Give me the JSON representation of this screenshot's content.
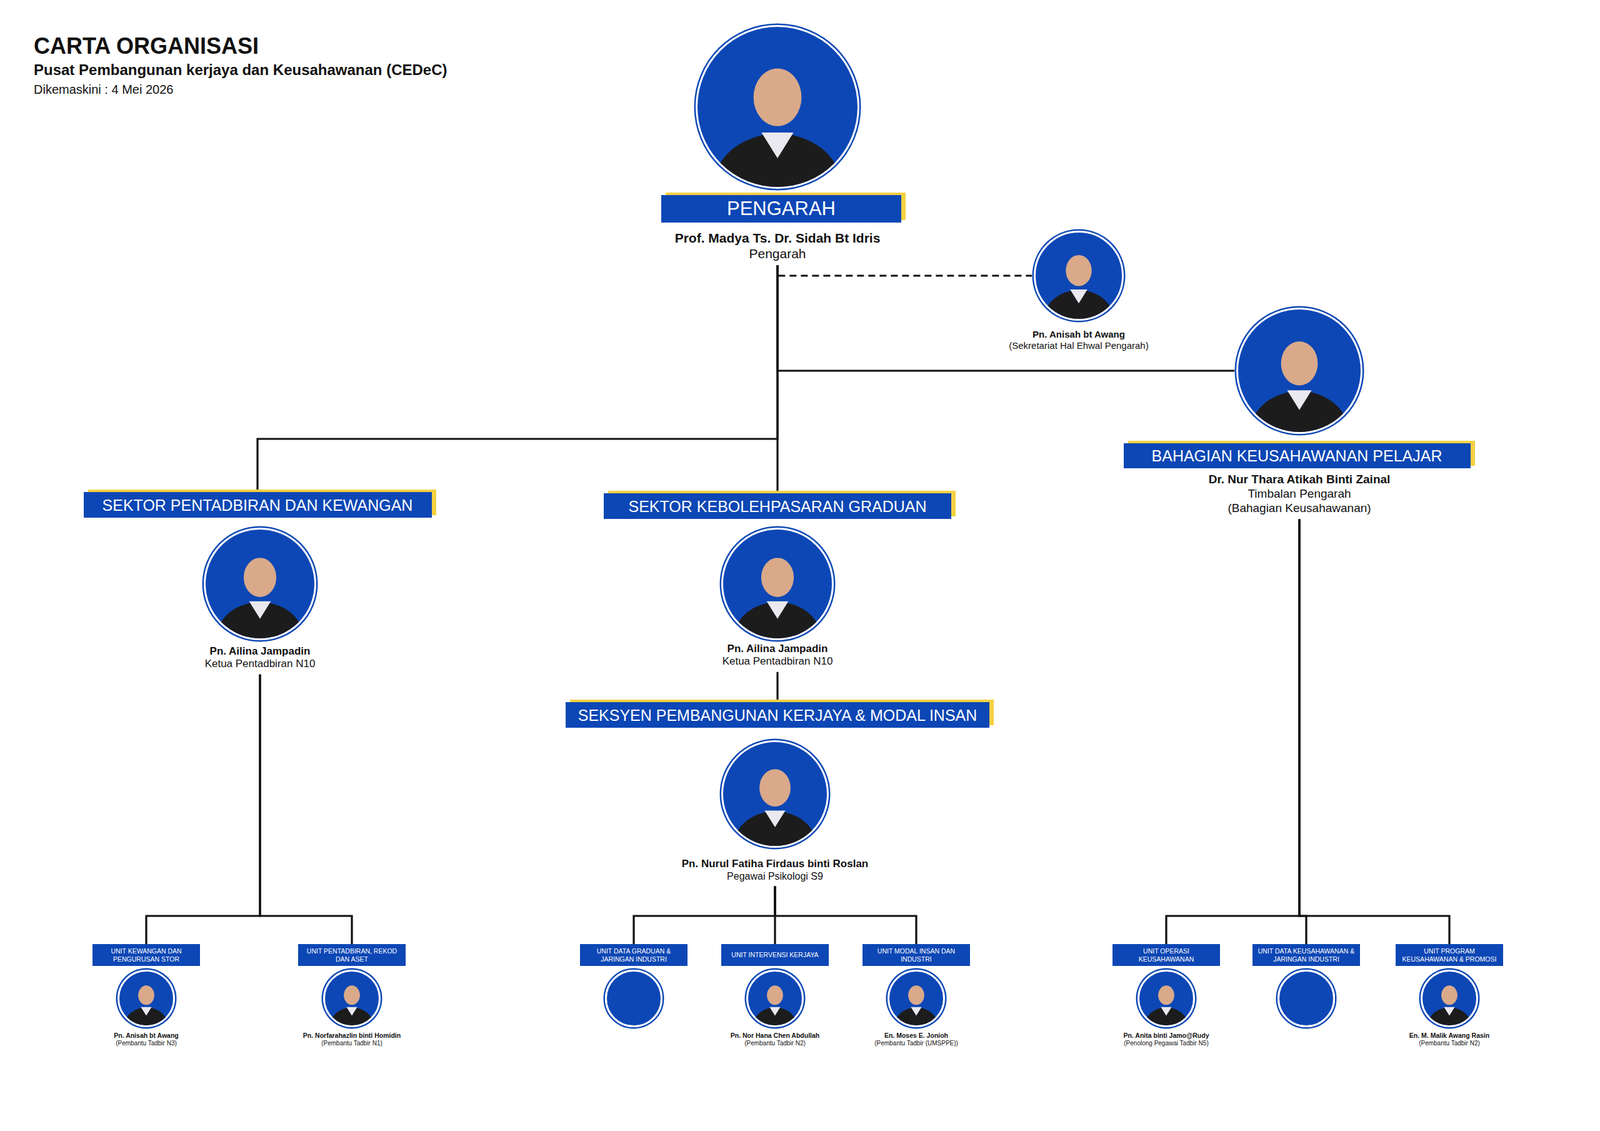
{
  "diagram": {
    "title": "CARTA ORGANISASI",
    "nodes": [
      {
        "text": [
          "Prof. Madya Ts. Dr. Sidah Bt Idris",
          "Pengarah"
        ]
      },
      {
        "text": [
          "PENGARAH"
        ]
      },
      {
        "text": [
          "Pn. Anisah bt Awang",
          "(Sekretariat Hal Ehwal Pengarah)"
        ]
      },
      {
        "text": [
          "Dr. Nur Thara Atikah Binti Zainal",
          "Timbalan Pengarah (Bahagian Keusahawanan)"
        ]
      },
      {
        "text": [
          "BAHAGIAN KEUSAHAWANAN PELAJAR"
        ]
      },
      {
        "text": [
          "SEKTOR PENTADBIRAN DAN KEWANGAN"
        ]
      },
      {
        "text": [
          "SEKTOR KEBOLEHPASARAN GRADUAN"
        ]
      },
      {
        "text": [
          "Pn. Ailina Jampadin",
          "Ketua Pentadbiran N10"
        ]
      },
      {
        "text": [
          "Pn. Ailina Jampadin",
          "Ketua Pentadbiran N10"
        ]
      },
      {
        "text": [
          "SEKSYEN PEMBANGUNAN KERJAYA & MODAL INSAN"
        ]
      },
      {
        "text": [
          "Pn. Nurul Fatiha Firdaus binti Roslan",
          "Pegawai Psikologi S9"
        ]
      },
      {
        "text": [
          "UNIT KEWANGAN DAN PENGURUSAN STOR"
        ]
      },
      {
        "text": [
          "Pn. Anisah bt Awang",
          "(Pembantu Tadbir N3)"
        ]
      },
      {
        "text": [
          "UNIT PENTADBIRAN, REKOD DAN ASET"
        ]
      },
      {
        "text": [
          "Pn. Norfarahazlin binti Homidin",
          "(Pembantu Tadbir N1)"
        ]
      },
      {
        "text": [
          "UNIT DATA GRADUAN & JARINGAN INDUSTRI"
        ]
      },
      {
        "text": [
          "UNIT INTERVENSI KERJAYA"
        ]
      },
      {
        "text": [
          "Pn. Nor Hana Chen Abdullah",
          "(Pembantu Tadbir N2)"
        ]
      },
      {
        "text": [
          "UNIT MODAL INSAN DAN INDUSTRI"
        ]
      },
      {
        "text": [
          "En. Moses E. Jonioh",
          "(Pembantu Tadbir (UMSPPE))"
        ]
      },
      {
        "text": [
          "UNIT OPERASI KEUSAHAWANAN"
        ]
      },
      {
        "text": [
          "Pn. Anita binti Jamo@Rudy",
          "(Penolong Pegawai Tadbir N5)"
        ]
      },
      {
        "text": [
          "UNIT DATA KEUSAHAWANAN & JARINGAN INDUSTRI"
        ]
      },
      {
        "text": [
          "UNIT PROGRAM KEUSAHAWANAN & PROMOSI"
        ]
      },
      {
        "text": [
          "En. M. Malik Awang Rasin",
          "(Pembantu Tadbir N2)"
        ]
      }
    ],
    "edges": [
      {
        "from": 0,
        "to": 2,
        "arrow": "none"
      },
      {
        "from": 0,
        "to": 3,
        "arrow": "none"
      },
      {
        "from": 0,
        "to": 5,
        "arrow": "none"
      },
      {
        "from": 0,
        "to": 6,
        "arrow": "none"
      },
      {
        "from": 7,
        "to": 11,
        "arrow": "none"
      },
      {
        "from": 7,
        "to": 13,
        "arrow": "none"
      },
      {
        "from": 8,
        "to": 9,
        "arrow": "none"
      },
      {
        "from": 10,
        "to": 15,
        "arrow": "none"
      },
      {
        "from": 10,
        "to": 16,
        "arrow": "none"
      },
      {
        "from": 10,
        "to": 18,
        "arrow": "none"
      },
      {
        "from": 3,
        "to": 20,
        "arrow": "none"
      },
      {
        "from": 3,
        "to": 22,
        "arrow": "none"
      },
      {
        "from": 3,
        "to": 23,
        "arrow": "none"
      }
    ],
    "labels": [
      "Pusat Pembangunan kerjaya dan Keusahawanan (CEDeC)",
      "Dikemaskini : 4 Mei 2026"
    ]
  }
}
